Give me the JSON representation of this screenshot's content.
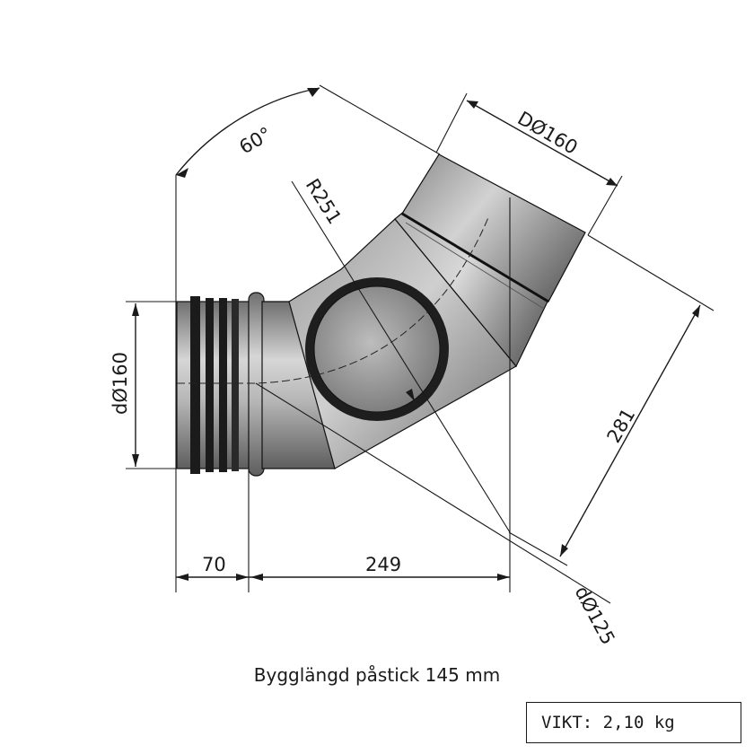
{
  "drawing": {
    "angle_label": "60°",
    "outlet_diameter_label": "DØ160",
    "radius_label": "R251",
    "inlet_diameter_label": "dØ160",
    "branch_diameter_label": "dØ125",
    "height_label": "281",
    "spigot_length_label": "70",
    "body_length_label": "249"
  },
  "caption": "Bygglängd påstick 145 mm",
  "weight_label": "VIKT: 2,10 kg"
}
